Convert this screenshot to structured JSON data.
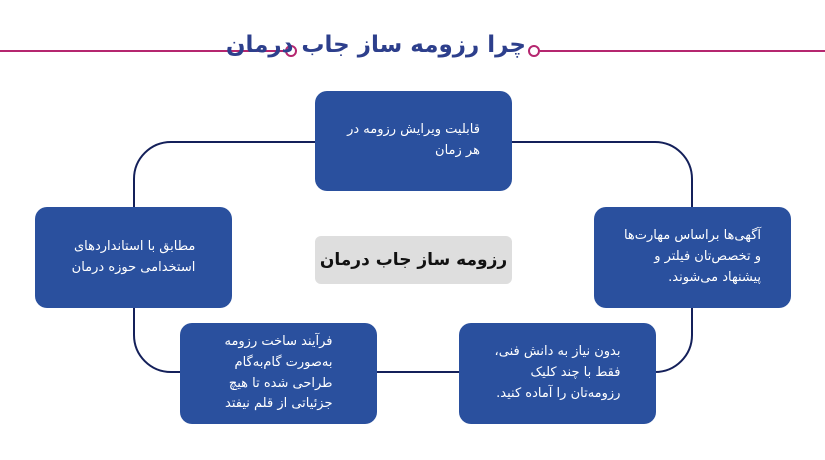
{
  "title": "چرا رزومه ساز جاب درمان",
  "center_label": "رزومه ساز جاب درمان",
  "features": {
    "top": "قابلیت ویرایش رزومه در\nهر زمان",
    "right": "آگهی‌ها براساس مهارت‌ها\nو تخصص‌تان فیلتر و\nپیشنهاد می‌شوند.",
    "bottom_right": "بدون نیاز به دانش فنی،\nفقط با چند کلیک\nرزومه‌تان را آماده کنید.",
    "bottom_left": "فرآیند ساخت رزومه\nبه‌صورت گام‌به‌گام\nطراحی شده تا هیچ\nجزئیاتی از قلم نیفتد",
    "left": "مطابق با استانداردهای\nاستخدامی حوزه درمان"
  },
  "colors": {
    "box": "#2a509e",
    "title": "#2d3f8c",
    "accent_line": "#b5266f",
    "ring": "#14205a",
    "center_bg": "#dedede"
  }
}
